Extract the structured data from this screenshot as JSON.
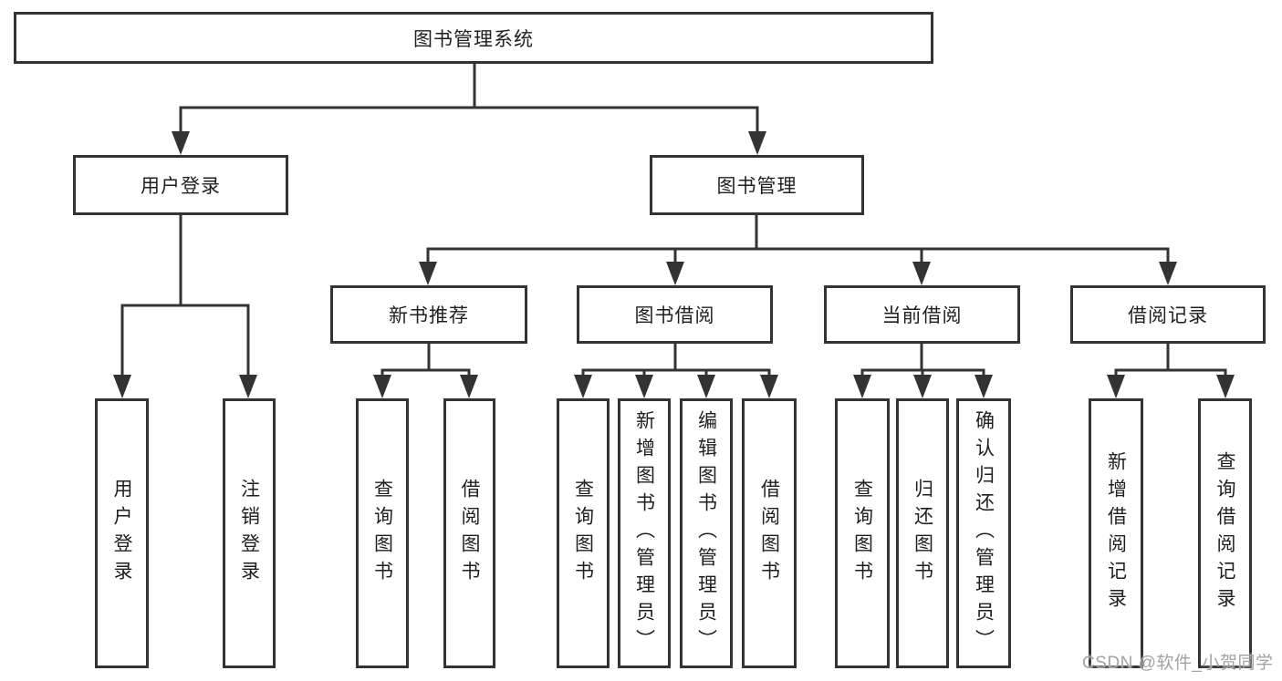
{
  "diagram": {
    "root": {
      "label": "图书管理系统"
    },
    "branches": [
      {
        "label": "用户登录",
        "children": [
          {
            "label": "用户登录"
          },
          {
            "label": "注销登录"
          }
        ]
      },
      {
        "label": "图书管理",
        "children": [
          {
            "label": "新书推荐",
            "children": [
              {
                "label": "查询图书"
              },
              {
                "label": "借阅图书"
              }
            ]
          },
          {
            "label": "图书借阅",
            "children": [
              {
                "label": "查询图书"
              },
              {
                "label": "新增图书（管理员）"
              },
              {
                "label": "编辑图书（管理员）"
              },
              {
                "label": "借阅图书"
              }
            ]
          },
          {
            "label": "当前借阅",
            "children": [
              {
                "label": "查询图书"
              },
              {
                "label": "归还图书"
              },
              {
                "label": "确认归还（管理员）"
              }
            ]
          },
          {
            "label": "借阅记录",
            "children": [
              {
                "label": "新增借阅记录"
              },
              {
                "label": "查询借阅记录"
              }
            ]
          }
        ]
      }
    ]
  },
  "watermark": {
    "text": "CSDN @软件_小贺同学"
  },
  "colors": {
    "line": "#333333",
    "box_border": "#333333",
    "text": "#1f1f1f",
    "background": "#ffffff",
    "watermark": "#a3a3a3"
  }
}
